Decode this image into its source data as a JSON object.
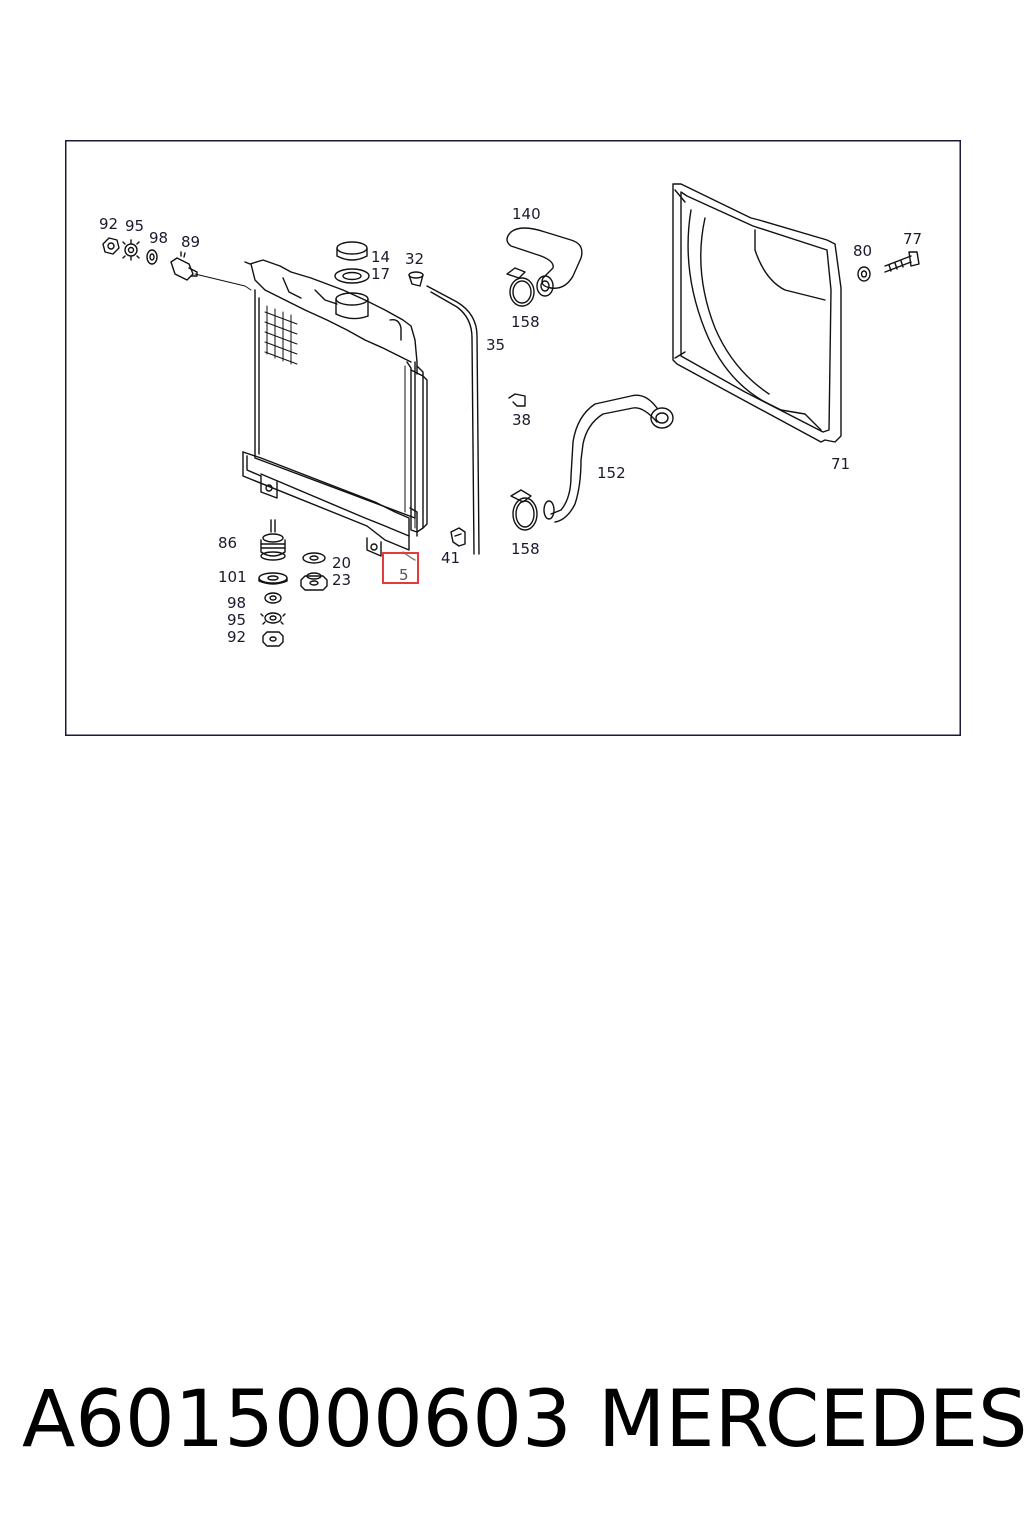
{
  "diagram": {
    "callouts": {
      "c92a": "92",
      "c95a": "95",
      "c98a": "98",
      "c89": "89",
      "c14": "14",
      "c17": "17",
      "c32": "32",
      "c140": "140",
      "c158a": "158",
      "c35": "35",
      "c80": "80",
      "c77": "77",
      "c38": "38",
      "c152": "152",
      "c71": "71",
      "c158b": "158",
      "c41": "41",
      "c5": "5",
      "c86": "86",
      "c20": "20",
      "c101": "101",
      "c23": "23",
      "c98b": "98",
      "c95b": "95",
      "c92b": "92"
    },
    "highlight_color": "#e33a3a",
    "frame_color": "#1a1a3a"
  },
  "footer": {
    "part_number": "A6015000603",
    "brand": "MERCEDES"
  }
}
